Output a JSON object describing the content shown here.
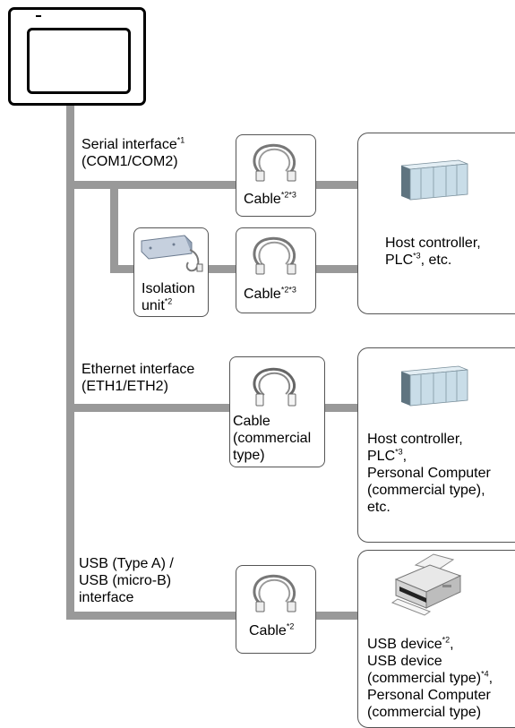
{
  "hmi": {
    "icon": "hmi-display-icon"
  },
  "serial": {
    "label_line1": "Serial interface",
    "label_line1_sup": "*1",
    "label_line2": "(COM1/COM2)",
    "cable1": {
      "label": "Cable",
      "sup": "*2*3"
    },
    "isolation": {
      "line1": "Isolation",
      "line2": "unit",
      "sup": "*2"
    },
    "cable2": {
      "label": "Cable",
      "sup": "*2*3"
    },
    "device": {
      "line1": "Host controller,",
      "line2": "PLC",
      "line2_sup": "*3",
      "line2_tail": ", etc."
    }
  },
  "ethernet": {
    "label_line1": "Ethernet interface",
    "label_line2": "(ETH1/ETH2)",
    "cable": {
      "line1": "Cable",
      "line2": "(commercial",
      "line3": "type)"
    },
    "device": {
      "line1": "Host controller,",
      "line2": "PLC",
      "line2_sup": "*3",
      "line2_tail": ",",
      "line3": "Personal Computer",
      "line4": "(commercial type),",
      "line5": "etc."
    }
  },
  "usb": {
    "label_line1": "USB (Type A) /",
    "label_line2": "USB (micro-B)",
    "label_line3": "interface",
    "cable": {
      "label": "Cable",
      "sup": "*2"
    },
    "device": {
      "line1": "USB device",
      "line1_sup": "*2",
      "line1_tail": ",",
      "line2": "USB device",
      "line3": "(commercial type)",
      "line3_sup": "*4",
      "line3_tail": ",",
      "line4": "Personal Computer",
      "line5": "(commercial type)"
    }
  },
  "colors": {
    "line": "#999999",
    "box_border": "#555555",
    "plc_body": "#c9dde8",
    "plc_dark": "#5f7480"
  }
}
